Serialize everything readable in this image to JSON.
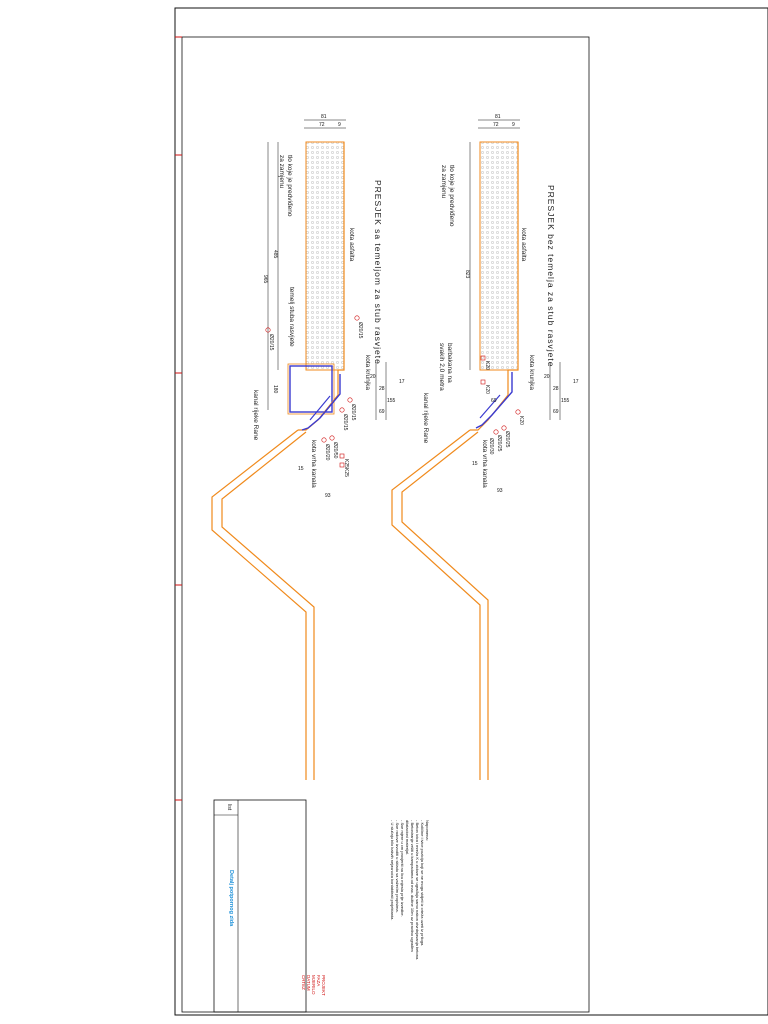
{
  "colors": {
    "accent_orange": "#f08a1c",
    "steel_blue": "#3a3ad0",
    "marker_red": "#d01010",
    "title_blue": "#1a8fd8",
    "hatch_gray": "#b8b8b8"
  },
  "section_a": {
    "title": "PRESJEK bez temelja za stub rasvjete",
    "fill_label_1": "tlo koje je predviđeno",
    "fill_label_2": "za zamjenu",
    "kota_asfalta": "kota asfalta",
    "kota_kruna": "kota krunjka",
    "kota_vrha": "kota vrha kanala",
    "canal_label": "kanal rijeke Rane",
    "barbakana_1": "barbakana na",
    "barbakana_2": "svakih 2,0 metra",
    "dims": {
      "top_total": "81",
      "top_a": "72",
      "top_b": "9",
      "length": "823",
      "w1": "17",
      "w2": "20",
      "w3": "28",
      "w4": "155",
      "w5": "69",
      "v1": "69",
      "bottom_a": "15",
      "bottom_b": "93"
    },
    "bar_labels": {
      "b1": "K20",
      "b2": "K20",
      "b3": "K20",
      "b4": "Ø20/25",
      "b5": "Ø20/25",
      "b6": "Ø20/30"
    }
  },
  "section_b": {
    "title": "PRESJEK sa temeljom za stub rasvjete",
    "fill_label_1": "tlo koje je predviđeno",
    "fill_label_2": "za zamjenu",
    "kota_asfalta": "kota asfalta",
    "kota_kruna": "kota krunjka",
    "kota_vrha": "kota vrha kanala",
    "canal_label": "kanal rijeke Rane",
    "foundation_label": "temelj stuba rasvjete",
    "dims": {
      "top_total": "81",
      "top_a": "72",
      "top_b": "9",
      "length_a": "485",
      "length_total": "965",
      "length_b": "180",
      "w1": "17",
      "w2": "20",
      "w3": "28",
      "w4": "155",
      "w5": "69",
      "bottom_a": "15",
      "bottom_b": "93"
    },
    "bar_labels": {
      "b1": "Ø20/15",
      "b2": "Ø20/15",
      "b3": "Ø20/15",
      "b4": "Ø20/15",
      "b5": "Ø20/50",
      "b6": "Ø20/20",
      "b7": "K25",
      "b8": "K25"
    }
  },
  "notes": {
    "heading": "Napomena:",
    "lines": [
      "- Količine i ivice pozicija koji se ne mogu vidjeti iz crteža uzeti iz priloga.",
      "- Beton ivica i mreža K u zidove se ugrađuju samo nakon otvrdnjavanja betona.",
      "- Betoniranje vršiti u kampadama od max. dužine 10m uz pravilno ugrađen",
      "  dilatacioni materijal.",
      "- Sve mjere u cm provjeriti na licu mjesta prije izvedbe.",
      "- Sve radove izvoditi u skladu sa važećim propisima.",
      "- U slučaju bilo kakvih nejasnoća kontaktirati projektanta."
    ]
  },
  "title_block": {
    "small_label": "list",
    "drawing_title": "Detalj potpornog zida",
    "meta_lines": [
      "PROJEKT",
      "FAZA",
      "MJERILO",
      "DATUM",
      "CRTEŽ"
    ]
  }
}
